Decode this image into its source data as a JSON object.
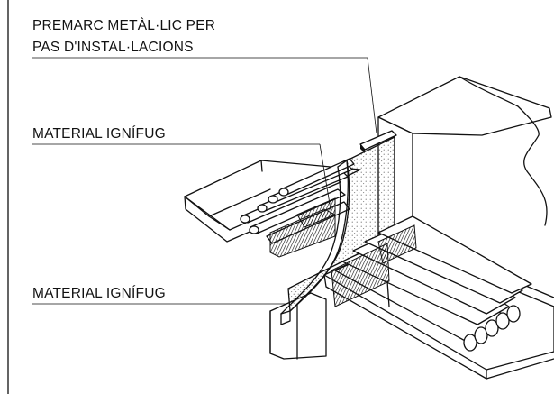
{
  "labels": {
    "frame_line1": "PREMARC METÀL·LIC PER",
    "frame_line2": "PAS D'INSTAL·LACIONS",
    "fireproof_upper": "MATERIAL IGNÍFUG",
    "fireproof_lower": "MATERIAL IGNÍFUG"
  },
  "colors": {
    "ink": "#111111",
    "paper": "#ffffff",
    "stipple": "#555555"
  }
}
